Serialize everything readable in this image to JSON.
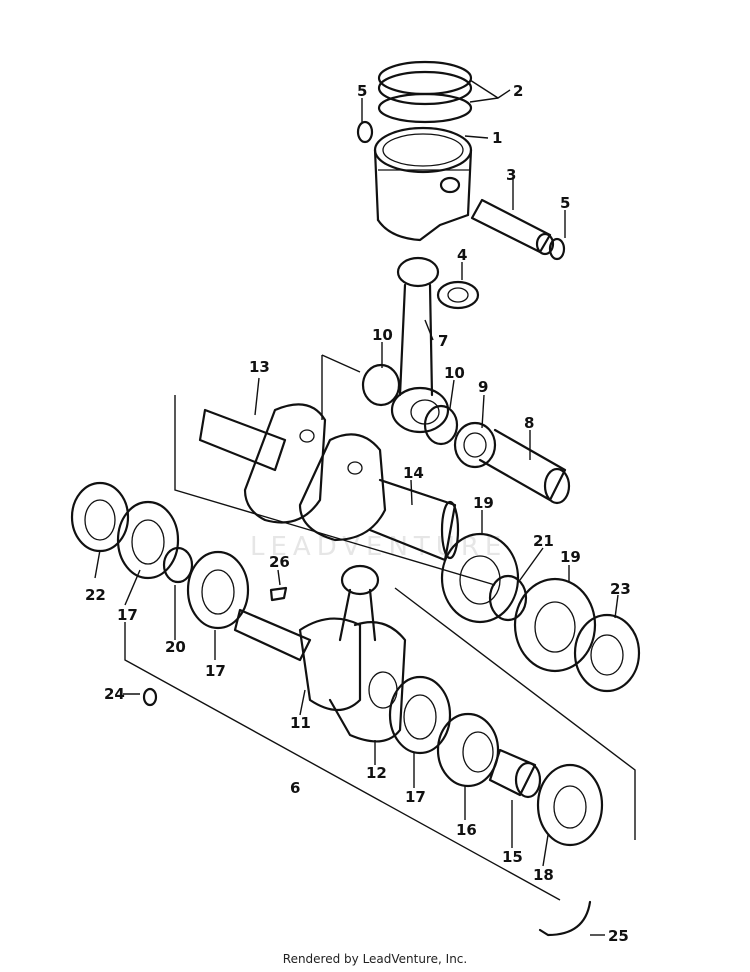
{
  "watermark": "LEADVENTURE",
  "footer": "Rendered by LeadVenture, Inc.",
  "callouts": {
    "c1": "1",
    "c2": "2",
    "c3": "3",
    "c4": "4",
    "c5a": "5",
    "c5b": "5",
    "c6": "6",
    "c7": "7",
    "c8": "8",
    "c9": "9",
    "c10a": "10",
    "c10b": "10",
    "c11": "11",
    "c12": "12",
    "c13": "13",
    "c14": "14",
    "c15": "15",
    "c16": "16",
    "c17a": "17",
    "c17b": "17",
    "c17c": "17",
    "c18": "18",
    "c19a": "19",
    "c19b": "19",
    "c20": "20",
    "c21": "21",
    "c22": "22",
    "c23": "23",
    "c24": "24",
    "c25": "25",
    "c26": "26"
  }
}
